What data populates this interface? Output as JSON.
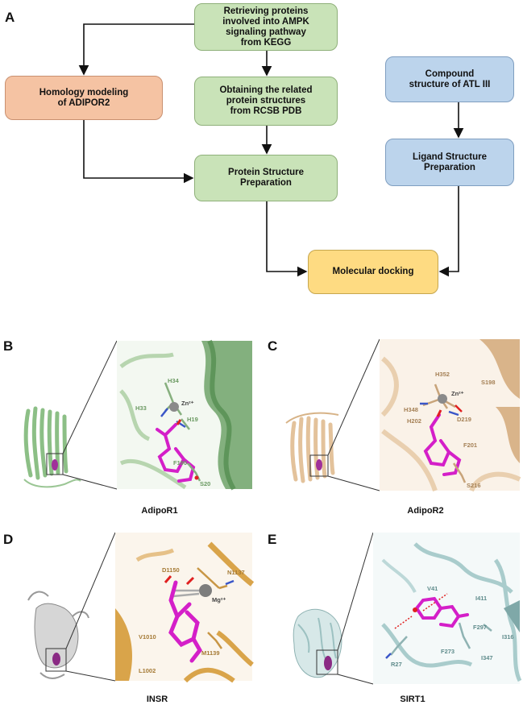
{
  "panel_a": {
    "letter": "A",
    "boxes": {
      "retrieving": "Retrieving proteins\ninvolved into AMPK\nsignaling pathway\nfrom KEGG",
      "homology": "Homology modeling\nof ADIPOR2",
      "obtaining": "Obtaining the related\nprotein structures\nfrom RCSB PDB",
      "protein_prep": "Protein Structure\nPreparation",
      "compound": "Compound\nstructure of ATL III",
      "ligand_prep": "Ligand Structure\nPreparation",
      "docking": "Molecular docking"
    }
  },
  "panel_b": {
    "letter": "B",
    "caption": "AdipoR1",
    "residues": [
      "H34",
      "H33",
      "Zn²⁺",
      "H19",
      "F190",
      "S20"
    ]
  },
  "panel_c": {
    "letter": "C",
    "caption": "AdipoR2",
    "residues": [
      "H352",
      "S198",
      "Zn²⁺",
      "H348",
      "H202",
      "D219",
      "F201",
      "S216"
    ]
  },
  "panel_d": {
    "letter": "D",
    "caption": "INSR",
    "residues": [
      "D1150",
      "N1137",
      "Mg²⁺",
      "M1139",
      "V1010",
      "L1002"
    ]
  },
  "panel_e": {
    "letter": "E",
    "caption": "SIRT1",
    "residues": [
      "V41",
      "I411",
      "F297",
      "I316",
      "R27",
      "F273",
      "I347"
    ]
  },
  "colors": {
    "green_box": "#c9e3b8",
    "orange_box": "#f5c3a3",
    "blue_box": "#bcd4ec",
    "yellow_box": "#fedb82",
    "ligand": "#d41fc8",
    "adipor1_ribbon": "#6fa36a",
    "adipor2_ribbon": "#d9b48a",
    "insr_ribbon": "#d9a44a",
    "sirt1_ribbon": "#a9cccc"
  }
}
